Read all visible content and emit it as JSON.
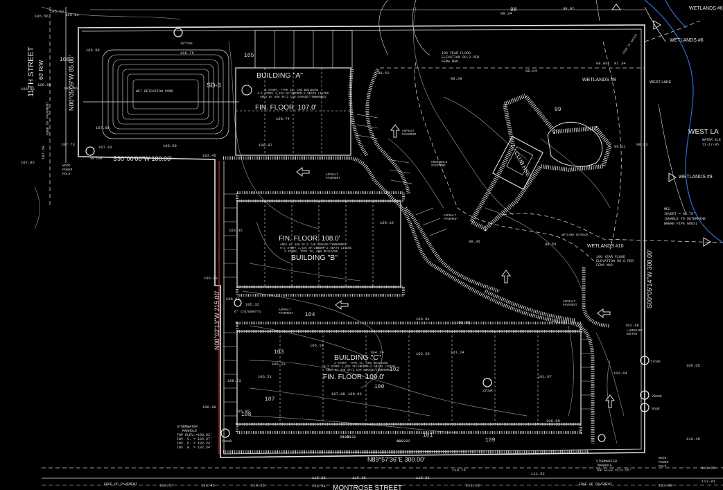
{
  "colors": {
    "background": "#000000",
    "linework": "#e6e6e6",
    "contours": "#8a8a8a",
    "water_line": "#2f6fd8",
    "row_line": "#e33a3a"
  },
  "streets": {
    "left_name": "11TH STREET",
    "left_row": "60' R/W",
    "bottom_name": "MONTROSE STREET"
  },
  "buildings": {
    "a": {
      "name": "BUILDING \"A\"",
      "floor": "FIN. FLOOR: 107.0'",
      "desc1": "2 STORY, TYPE IV, CMU BUILDING",
      "desc2": "4-2 STORY 1,825 SF/2BEDRM-2.5BATH LIVING",
      "desc3": "AREA W/ 480 SF/2 CAR GARAGE/TOWNHOMES"
    },
    "b": {
      "name": "BUILDING \"B\"",
      "floor": "FIN. FLOOR: 108.0'",
      "desc1": "AREA W/ 480 SF/2 CAR GARAGE/TOWNHOMES",
      "desc2": "6-2 STORY 1,825 SF/2BEDRM-2.5BATH LIVING",
      "desc3": "2 STORY, TYPE IV, CMU BUILDING"
    },
    "c": {
      "name": "BUILDING \"C\"",
      "floor": "FIN. FLOOR: 109.0'",
      "desc1": "2 STORY, TYPE IV, CMU BUILDING",
      "desc2": "8-2 STORY 1,825 SF/2BEDRM-2.5BATH LIVING",
      "desc3": "AREA W/ 480 SF/2 CAR GARAGE/TOWNHOMES"
    },
    "clubhouse": "CLUB HSE"
  },
  "labels": {
    "pond": "WET RETENTION POND",
    "sd": "SD-3",
    "wetlands6": "WETLANDS #6",
    "wetlands8": "WETLANDS #8",
    "wetlands9": "WETLANDS #9",
    "wetlands10": "WETLANDS #10",
    "west_lake": "WEST LAKE",
    "west_lake_big": "WEST LA",
    "water_elev": "WATER ELE",
    "water_date": "11-17-05",
    "flood1": "100 YEAR FLOOD",
    "flood2": "ELEVATION 99.0 PER",
    "flood3": "FEMA MAP.",
    "mes1": "MES",
    "mes2": "INVERT = 95.75'",
    "mes3": "(UNABLE TO DETERMINE",
    "mes4": "WHERE PIPE GOES)",
    "asphalt": "ASPHALT",
    "pavement": "PAVEMENT",
    "edge_pavement": "EDGE OF PAVEMENT",
    "edge_water": "EDGE OF WATER",
    "wood_pole1": "WOOD",
    "wood_pole2": "POWER",
    "wood_pole3": "POLE",
    "crosswalk1": "CROSSWALK",
    "crosswalk2": "STRIPING",
    "chinaberry": "6\" chinaberry",
    "oak14": "14oak",
    "oak22": "22oak",
    "oak17": "17oak",
    "oak20": "20oak",
    "oak9": "9oak",
    "oak30": "30\"oak",
    "stormwater1": "STORMWATER",
    "stormwater2": "MANHOLE",
    "top_elev_l": "TOP ELEV.=109.92'",
    "inv_s": "INV. S. = 104.07'",
    "inv_e": "INV. E. = 102.24'",
    "inv_w": "INV. W. = 102.34'",
    "top_elev_r": "TOP ELEV.=113.55'",
    "landscape": "LANDSCAPE",
    "buffer": "BUFFER",
    "wetland_setback": "WETLAND SETBACK"
  },
  "bearings": {
    "left_top": "N00°05'09\"W 85.00'",
    "top_bottom": "S90°00'00\"W 100.00'",
    "left_mid": "N00°02'13\"W 215.00'",
    "bottom": "N89°57'36\"E 300.00'",
    "right": "S00°05'14\"W 300.00'"
  },
  "elevations": [
    "105.56",
    "105.10",
    "105.61",
    "105.88",
    "106.76",
    "106.88",
    "106.59",
    "106.66",
    "107.73",
    "107.85",
    "107.59",
    "107.83",
    "107.56",
    "105.09",
    "103.45",
    "100.74",
    "100.87",
    "99.97",
    "99.34",
    "99.52",
    "98.94",
    "98.66",
    "97.34",
    "98.69",
    "98.93",
    "99.21",
    "99.36",
    "98.55",
    "101.68",
    "101.24",
    "105.65",
    "103.64",
    "110.49",
    "113.35",
    "113.81",
    "113.08",
    "100.91",
    "100.10",
    "103.35",
    "105.32",
    "106.82",
    "106.80",
    "105.23",
    "106.51",
    "108.23",
    "109.88",
    "105.10",
    "107.08",
    "100.02",
    "102.20",
    "100.05",
    "101.67",
    "104.24",
    "108.58",
    "110.88",
    "110.54",
    "110.83",
    "111.92",
    "111.10",
    "110.38",
    "110.76",
    "110.57",
    "110.45",
    "110.35",
    "109.02",
    "108.22",
    "99.03",
    "98.22",
    "105.05"
  ],
  "contours": [
    "106",
    "105",
    "104",
    "103",
    "102",
    "101",
    "100",
    "99",
    "98",
    "107",
    "108",
    "109"
  ]
}
